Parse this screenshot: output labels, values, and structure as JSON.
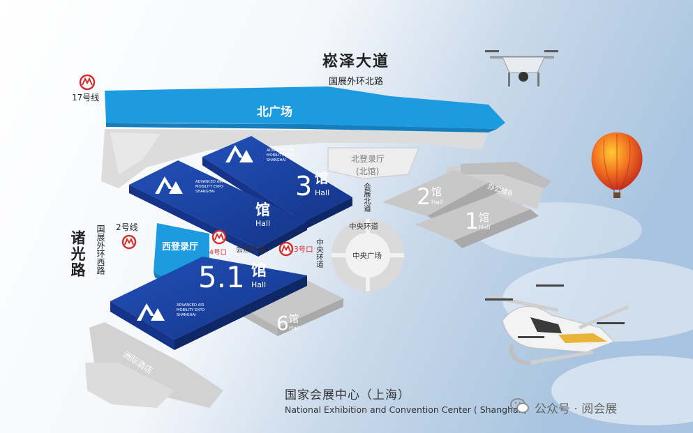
{
  "roads": {
    "top_main": "崧泽大道",
    "top_sub": "国展外环北路",
    "left_main": "诸光路",
    "left_sub": "国展外环西路",
    "central_north": "会展北道",
    "central_ring": "中央环道",
    "central_ring_vertical": "中央环道",
    "west_road": "会展西道"
  },
  "metro": {
    "line17": "17号线",
    "line2": "2号线",
    "exit4": "4号口",
    "exit3": "3号口"
  },
  "areas": {
    "north_plaza": "北广场",
    "north_hall_line1": "北登录厅",
    "north_hall_line2": "(北馆)",
    "west_hall": "西登录厅",
    "central_plaza": "中央广场",
    "office": "办公楼B",
    "hotel": "洲际酒店"
  },
  "halls": {
    "hall3_num": "3",
    "hall51_num": "5.1",
    "hall4_num": "",
    "hall2_num": "2",
    "hall1_num": "1",
    "hall6_num": "6",
    "guan": "馆",
    "hall_en": "Hall"
  },
  "expo_logo": {
    "line1": "ADVANCED AIR",
    "line2": "MOBILITY EXPO",
    "line3": "SHANGHAI"
  },
  "footer": {
    "cn": "国家会展中心（上海）",
    "en": "National Exhibition and Convention Center ( Shanghai )"
  },
  "watermark": "公众号 · 阅会展",
  "colors": {
    "blue_hall": "#1a3f9c",
    "light_blue": "#1d9be0",
    "gray_hall": "#c8c8c8",
    "metro_red": "#d32f2f"
  }
}
